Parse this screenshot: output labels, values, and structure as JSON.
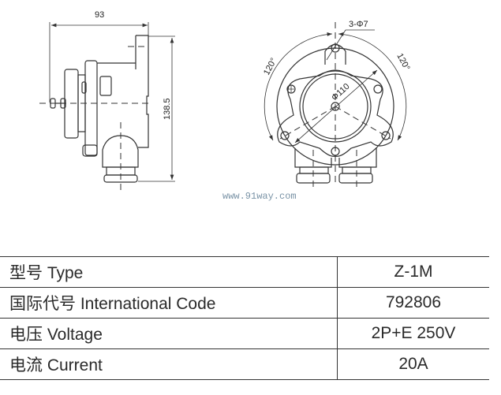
{
  "drawing": {
    "side_view": {
      "width_dim": "93",
      "height_dim": "138.5"
    },
    "front_view": {
      "holes_dim": "3-Φ7",
      "diameter_dim": "Φ110",
      "angle_left": "120°",
      "angle_right": "120°"
    }
  },
  "watermark": "www.91way.com",
  "spec_table": [
    {
      "label": "型号 Type",
      "value": "Z-1M"
    },
    {
      "label": "国际代号 International Code",
      "value": "792806"
    },
    {
      "label": "电压 Voltage",
      "value": "2P+E 250V"
    },
    {
      "label": "电流 Current",
      "value": "20A"
    }
  ]
}
